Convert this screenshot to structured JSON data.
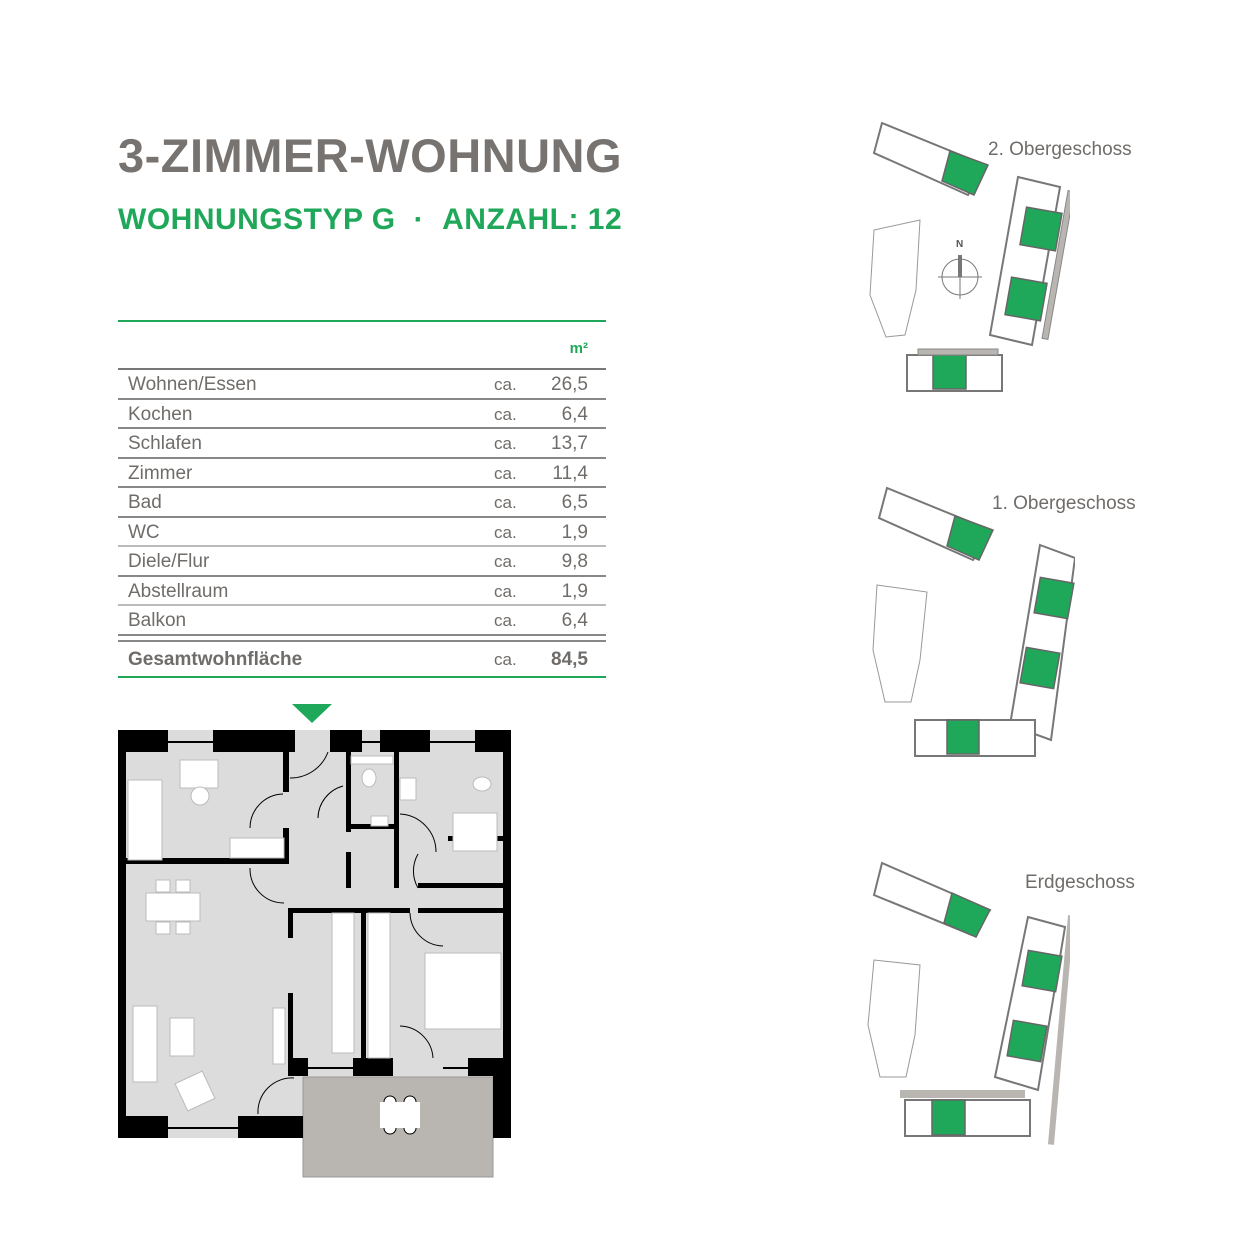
{
  "header": {
    "title": "3-ZIMMER-WOHNUNG",
    "type_label": "WOHNUNGSTYP G",
    "separator": "·",
    "count_label": "ANZAHL: 12"
  },
  "area_table": {
    "unit": "m²",
    "rows": [
      {
        "room": "Wohnen/Essen",
        "approx": "ca.",
        "area": "26,5"
      },
      {
        "room": "Kochen",
        "approx": "ca.",
        "area": "6,4"
      },
      {
        "room": "Schlafen",
        "approx": "ca.",
        "area": "13,7"
      },
      {
        "room": "Zimmer",
        "approx": "ca.",
        "area": "11,4"
      },
      {
        "room": "Bad",
        "approx": "ca.",
        "area": "6,5"
      },
      {
        "room": "WC",
        "approx": "ca.",
        "area": "1,9"
      },
      {
        "room": "Diele/Flur",
        "approx": "ca.",
        "area": "9,8"
      },
      {
        "room": "Abstellraum",
        "approx": "ca.",
        "area": "1,9"
      },
      {
        "room": "Balkon",
        "approx": "ca.",
        "area": "6,4"
      }
    ],
    "total": {
      "room": "Gesamtwohnfläche",
      "approx": "ca.",
      "area": "84,5"
    }
  },
  "floor_plan": {
    "entry_marker": "entry-arrow-icon"
  },
  "site_plans": [
    {
      "label": "2. Obergeschoss"
    },
    {
      "label": "1. Obergeschoss"
    },
    {
      "label": "Erdgeschoss"
    }
  ],
  "compass": {
    "label": "N"
  },
  "colors": {
    "accent_green": "#1fa85a",
    "title_gray": "#777370",
    "text_gray": "#6f6c69",
    "room_fill": "#dcdcdc",
    "balcony_fill": "#b9b5b0",
    "wall": "#000000"
  }
}
